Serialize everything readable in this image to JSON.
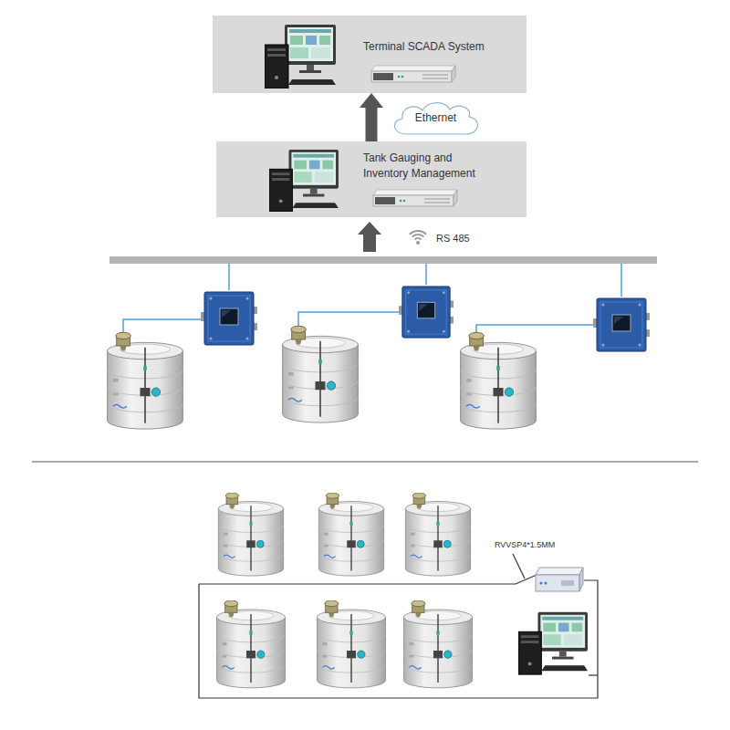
{
  "diagram": {
    "nodes": [
      {
        "text": [
          "Terminal SCADA System"
        ]
      },
      {
        "text": [
          "Ethernet"
        ]
      },
      {
        "text": [
          "Tank Gauging and Inventory Management"
        ]
      }
    ],
    "edges": [
      {
        "from": 2,
        "to": 0,
        "arrow": "to"
      }
    ],
    "labels": [
      "RS 485",
      "RVVSP4*1.5MM"
    ]
  }
}
